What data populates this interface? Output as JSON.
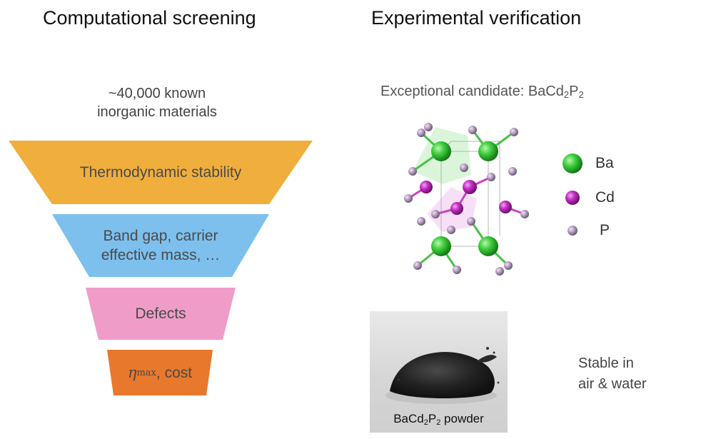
{
  "headings": {
    "left": "Computational screening",
    "right": "Experimental verification"
  },
  "screening": {
    "start_label_line1": "~40,000 known",
    "start_label_line2": "inorganic materials",
    "stages": [
      {
        "line1": "Thermodynamic stability",
        "line2": "",
        "color": "#F0AE3C"
      },
      {
        "line1": "Band gap, carrier",
        "line2": "effective mass, …",
        "color": "#7DC0EE"
      },
      {
        "line1": "Defects",
        "line2": "",
        "color": "#F09CC8"
      },
      {
        "symbol": "η",
        "subscript": "max",
        "suffix": ", cost",
        "color": "#E8782C"
      }
    ]
  },
  "verification": {
    "candidate_prefix": "Exceptional candidate: ",
    "formula": {
      "ba": "Ba",
      "cd": "Cd",
      "sub1": "2",
      "p": "P",
      "sub2": "2"
    },
    "legend": [
      {
        "label": "Ba",
        "color": "#3CC23C"
      },
      {
        "label": "Cd",
        "color": "#C42FC4"
      },
      {
        "label": "P",
        "color": "#B59CBE"
      }
    ],
    "powder_caption": {
      "ba": "Ba",
      "cd": "Cd",
      "sub1": "2",
      "p": "P",
      "sub2": "2",
      "suffix": " powder"
    },
    "stability_line1": "Stable in",
    "stability_line2": "air & water"
  }
}
